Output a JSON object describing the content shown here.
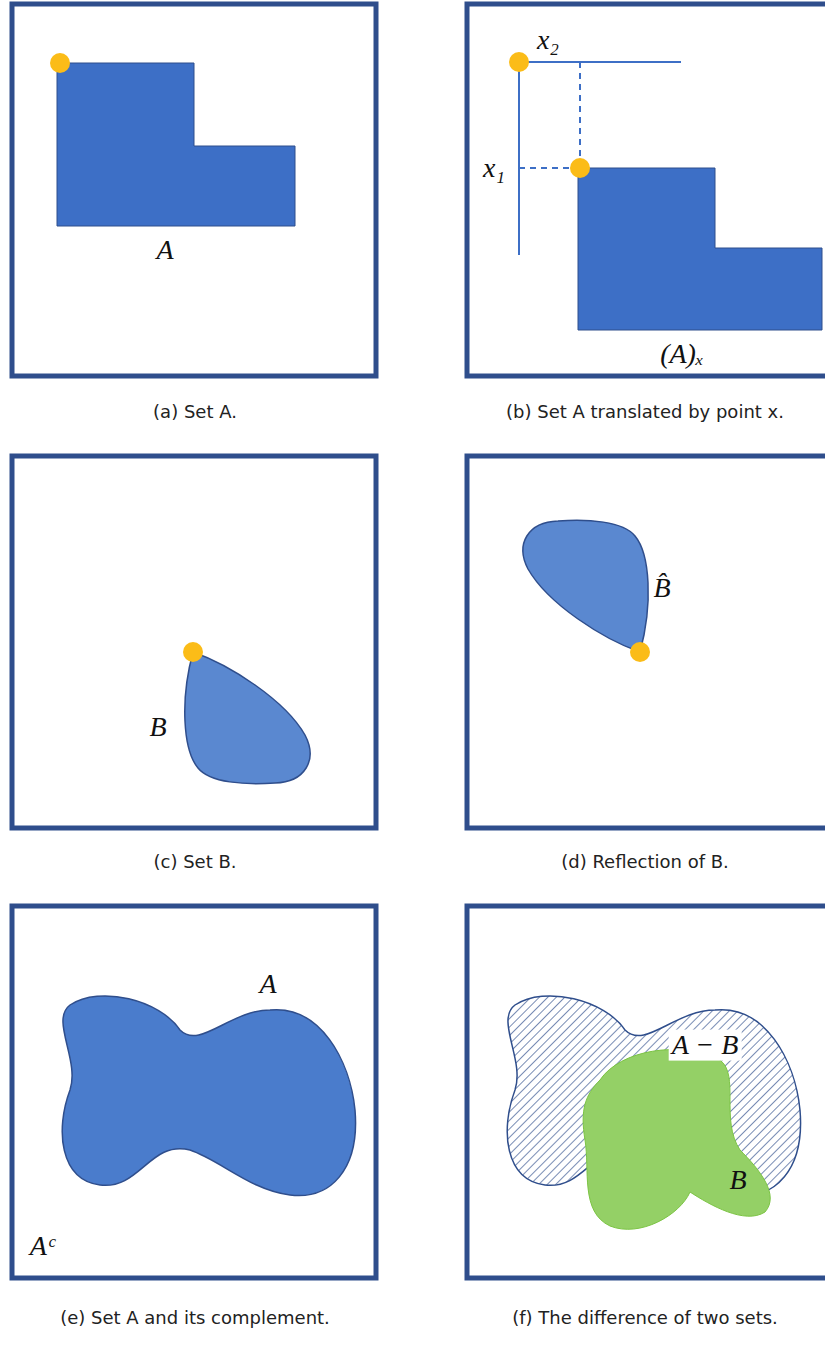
{
  "diagram": {
    "labels": [
      "A",
      "x₂",
      "x₁",
      "(A)ₓ",
      "B",
      "B̂",
      "A",
      "Aᶜ",
      "A − B",
      "B",
      "(a) Set A.",
      "(b) Set A translated by point x.",
      "(c) Set B.",
      "(d) Reflection of B.",
      "(e) Set A and its complement.",
      "(f) The difference of two sets."
    ]
  }
}
